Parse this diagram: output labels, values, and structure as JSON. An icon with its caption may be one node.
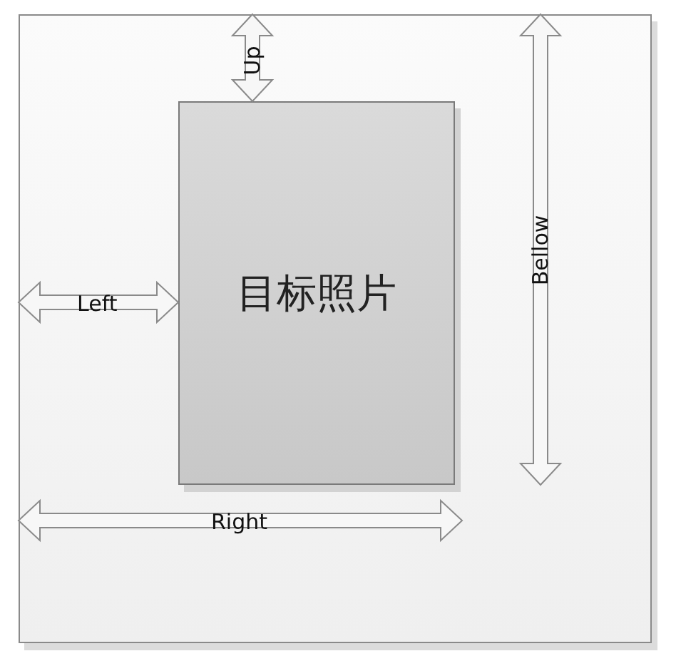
{
  "diagram": {
    "nodes": [
      {
        "text": [],
        "shape": "box"
      },
      {
        "text": [
          "目标照片"
        ],
        "in": 0
      }
    ],
    "labels": [
      "Up",
      "Left",
      "Bellow",
      "Right"
    ]
  }
}
